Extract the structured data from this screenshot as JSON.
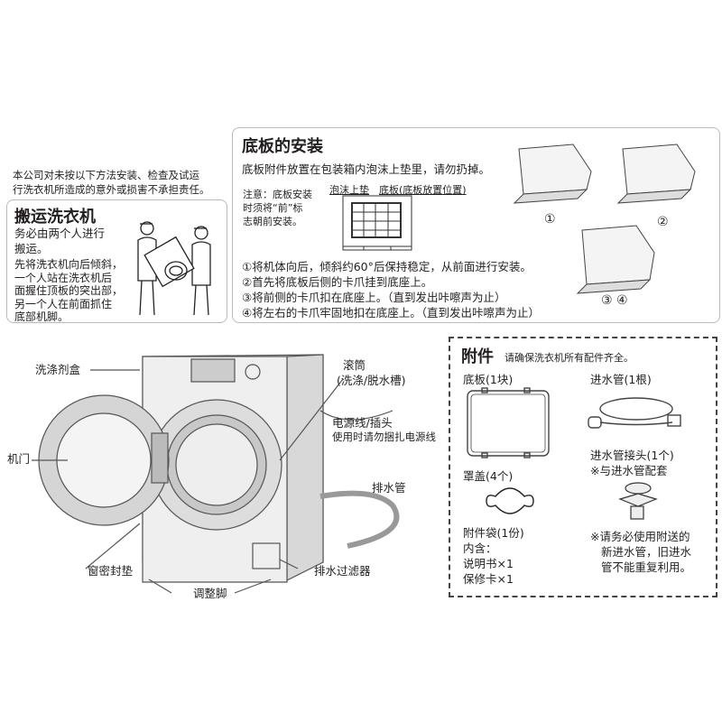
{
  "disclaimer": [
    "本公司对未按以下方法安装、检查及试运",
    "行洗衣机所造成的意外或损害不承担责任。"
  ],
  "carry": {
    "title": "搬运洗衣机",
    "lead": [
      "务必由两个人进行",
      "搬运。"
    ],
    "body": [
      "先将洗衣机向后倾斜，",
      "一个人站在洗衣机后",
      "面握住顶板的突出部，",
      "另一个人在前面抓住",
      "底部机脚。"
    ]
  },
  "base": {
    "title": "底板的安装",
    "intro": "底板附件放置在包装箱内泡沫上垫里，请勿扔掉。",
    "note": [
      "注意：底板安装",
      "时须将“前”标",
      "志朝前安装。"
    ],
    "diagram_labels": [
      "泡沫上垫",
      "底板(底板放置位置)"
    ],
    "steps": [
      "①将机体向后，倾斜约60°后保持稳定，从前面进行安装。",
      "②首先将底板后侧的卡爪挂到底座上。",
      "③将前侧的卡爪扣在底座上。（直到发出咔嚓声为止）",
      "④将左右的卡爪牢固地扣在底座上。（直到发出咔嚓声为止）"
    ],
    "figure_labels": [
      "①",
      "②",
      "③ ④"
    ]
  },
  "parts": {
    "labels": {
      "detergent": "洗涤剂盒",
      "drum": "滚筒",
      "drum_sub": "(洗涤/脱水槽)",
      "power": "电源线/插头",
      "power_note": "使用时请勿捆扎电源线",
      "door": "机门",
      "drain_hose": "排水管",
      "seal": "窗密封垫",
      "filter": "排水过滤器",
      "feet": "调整脚"
    }
  },
  "accessories": {
    "title": "附件",
    "subtitle": "请确保洗衣机所有配件齐全。",
    "base_plate": "底板(1块)",
    "inlet_hose": "进水管(1根)",
    "cover": "罩盖(4个)",
    "connector": [
      "进水管接头(1个)",
      "※与进水管配套"
    ],
    "bag": [
      "附件袋(1份)",
      "内含：",
      "说明书×1",
      "保修卡×1"
    ],
    "warning": [
      "※请务必使用附送的",
      "新进水管，旧进水",
      "管不能重复利用。"
    ]
  }
}
